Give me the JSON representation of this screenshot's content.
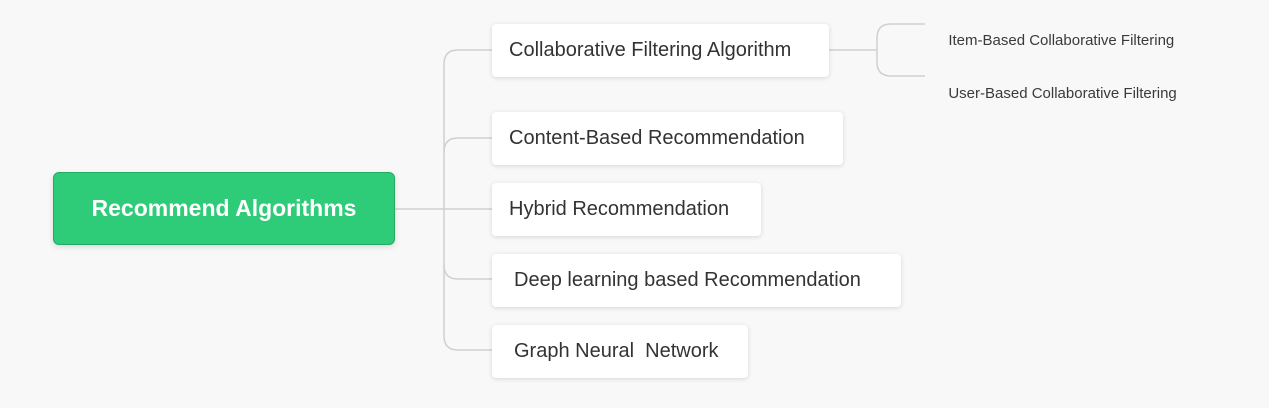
{
  "root": {
    "label": "Recommend Algorithms"
  },
  "branches": [
    {
      "label": "Collaborative Filtering Algorithm"
    },
    {
      "label": "Content-Based Recommendation"
    },
    {
      "label": "Hybrid Recommendation"
    },
    {
      "label": "Deep learning based Recommendation"
    },
    {
      "label": "Graph Neural  Network"
    }
  ],
  "sub_branches": [
    {
      "label": "Item-Based Collaborative Filtering"
    },
    {
      "label": "User-Based Collaborative Filtering"
    }
  ],
  "colors": {
    "root_fill": "#2ecb79",
    "connector": "#d0d0d0",
    "background": "#f8f8f8"
  }
}
